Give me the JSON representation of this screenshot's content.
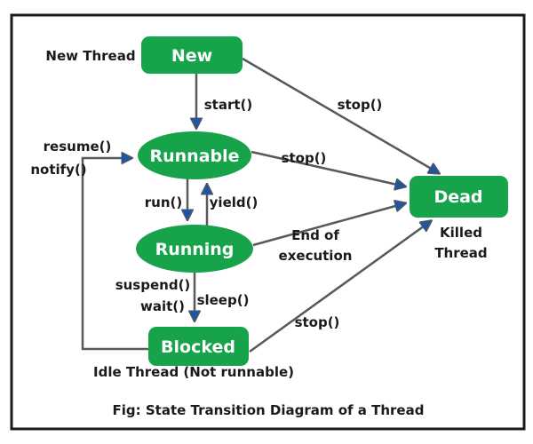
{
  "diagram": {
    "caption": "Fig: State Transition Diagram of a Thread",
    "nodes": {
      "new": {
        "label": "New",
        "shape": "rounded-rect"
      },
      "runnable": {
        "label": "Runnable",
        "shape": "ellipse"
      },
      "running": {
        "label": "Running",
        "shape": "ellipse"
      },
      "blocked": {
        "label": "Blocked",
        "shape": "rounded-rect"
      },
      "dead": {
        "label": "Dead",
        "shape": "rounded-rect"
      }
    },
    "edges": {
      "start": {
        "from": "new",
        "to": "dead-direction-runnable",
        "label": "start()"
      },
      "run": {
        "from": "runnable",
        "to": "running",
        "label": "run()"
      },
      "yield": {
        "from": "running",
        "to": "runnable",
        "label": "yield()"
      },
      "sleep": {
        "from": "running",
        "to": "blocked",
        "label": "sleep()"
      },
      "suspend": {
        "from": "running",
        "to": "blocked",
        "label": "suspend()"
      },
      "wait": {
        "from": "running",
        "to": "blocked",
        "label": "wait()"
      },
      "resume": {
        "from": "blocked",
        "to": "runnable",
        "label": "resume()"
      },
      "notify": {
        "from": "blocked",
        "to": "runnable",
        "label": "notify()"
      },
      "stop_new": {
        "from": "new",
        "to": "dead",
        "label": "stop()"
      },
      "stop_runnable": {
        "from": "runnable",
        "to": "dead",
        "label": "stop()"
      },
      "stop_blocked": {
        "from": "blocked",
        "to": "dead",
        "label": "stop()"
      },
      "end_of_execution": {
        "from": "running",
        "to": "dead",
        "label_line1": "End of",
        "label_line2": "execution"
      }
    },
    "notes": {
      "new_thread": "New Thread",
      "killed_thread_line1": "Killed",
      "killed_thread_line2": "Thread",
      "idle_thread": "Idle Thread (Not runnable)"
    }
  },
  "colors": {
    "node_green": "#16a34a",
    "arrowhead_blue": "#2155a4",
    "line_gray": "#58595b",
    "text_black": "#1a1a1a",
    "border_black": "#1a1a1a",
    "node_text_white": "#ffffff"
  }
}
